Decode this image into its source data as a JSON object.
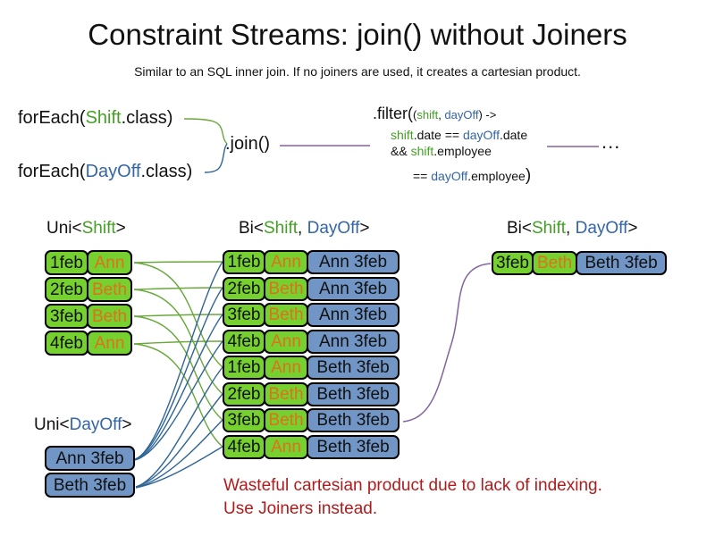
{
  "title": "Constraint Streams: join() without Joiners",
  "subtitle": "Similar to an SQL inner join. If no joiners are used, it creates a cartesian product.",
  "colors": {
    "shift_box_green": "#76D02F",
    "dayoff_box_blue": "#7196C6",
    "employee_orange": "#E0701C",
    "code_green": "#44A025",
    "code_blue": "#3465A4",
    "join_line_purple": "#8464A0",
    "warning_red": "#B01B1B",
    "wire_green": "#69A83B",
    "wire_blue": "#2E6496"
  },
  "code": {
    "foreach_shift": {
      "pre": "forEach(",
      "cls": "Shift",
      "post": ".class)"
    },
    "foreach_dayoff": {
      "pre": "forEach(",
      "cls": "DayOff",
      "post": ".class)"
    },
    "join": ".join()",
    "ellipsis": "...",
    "filter": {
      "fn": ".filter(",
      "args_open": "(",
      "arg1": "shift",
      "args_sep": ", ",
      "arg2": "dayOff",
      "args_close": ") ->",
      "l2_shift": "shift",
      "l2_mid": ".date == ",
      "l2_dayoff": "dayOff",
      "l2_end": ".date",
      "l3_and": "&& ",
      "l3_shift": "shift",
      "l3_end": ".employee",
      "l4_eq": "== ",
      "l4_dayoff": "dayOff",
      "l4_end": ".employee",
      "l4_close": ")"
    }
  },
  "headers": {
    "uni_shift": {
      "pre": "Uni<",
      "shift": "Shift",
      "post": ">"
    },
    "bi_mid": {
      "pre": "Bi<",
      "shift": "Shift",
      "sep": ", ",
      "dayoff": "DayOff",
      "post": ">"
    },
    "bi_right": {
      "pre": "Bi<",
      "shift": "Shift",
      "sep": ", ",
      "dayoff": "DayOff",
      "post": ">"
    },
    "uni_dayoff": {
      "pre": "Uni<",
      "dayoff": "DayOff",
      "post": ">"
    }
  },
  "tables": {
    "shift": [
      {
        "date": "1feb",
        "employee": "Ann"
      },
      {
        "date": "2feb",
        "employee": "Beth"
      },
      {
        "date": "3feb",
        "employee": "Beth"
      },
      {
        "date": "4feb",
        "employee": "Ann"
      }
    ],
    "dayoff": [
      {
        "label": "Ann 3feb"
      },
      {
        "label": "Beth 3feb"
      }
    ],
    "cartesian": [
      {
        "date": "1feb",
        "employee": "Ann",
        "dayoff": "Ann 3feb"
      },
      {
        "date": "2feb",
        "employee": "Beth",
        "dayoff": "Ann 3feb"
      },
      {
        "date": "3feb",
        "employee": "Beth",
        "dayoff": "Ann 3feb"
      },
      {
        "date": "4feb",
        "employee": "Ann",
        "dayoff": "Ann 3feb"
      },
      {
        "date": "1feb",
        "employee": "Ann",
        "dayoff": "Beth 3feb"
      },
      {
        "date": "2feb",
        "employee": "Beth",
        "dayoff": "Beth 3feb"
      },
      {
        "date": "3feb",
        "employee": "Beth",
        "dayoff": "Beth 3feb"
      },
      {
        "date": "4feb",
        "employee": "Ann",
        "dayoff": "Beth 3feb"
      }
    ],
    "result": [
      {
        "date": "3feb",
        "employee": "Beth",
        "dayoff": "Beth 3feb"
      }
    ]
  },
  "warning": {
    "line1": "Wasteful cartesian product due to lack of indexing.",
    "line2": "Use Joiners instead."
  }
}
